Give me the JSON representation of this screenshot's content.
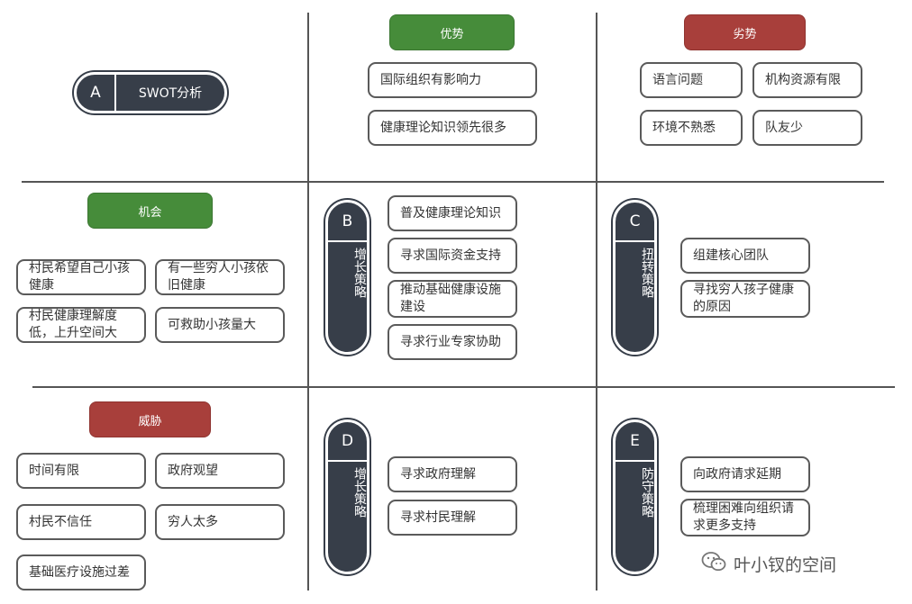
{
  "cells": {
    "top_left": {
      "letter": "A",
      "label": "SWOT分析"
    },
    "strengths": {
      "header": "优势",
      "items": [
        "国际组织有影响力",
        "健康理论知识领先很多"
      ]
    },
    "weaknesses": {
      "header": "劣势",
      "items": [
        "语言问题",
        "机构资源有限",
        "环境不熟悉",
        "队友少"
      ]
    },
    "opportunities": {
      "header": "机会",
      "items": [
        "村民希望自己小孩健康",
        "有一些穷人小孩依旧健康",
        "村民健康理解度低，上升空间大",
        "可救助小孩量大"
      ]
    },
    "threats": {
      "header": "威胁",
      "items": [
        "时间有限",
        "政府观望",
        "村民不信任",
        "穷人太多",
        "基础医疗设施过差"
      ]
    }
  },
  "strategies": {
    "B": {
      "letter": "B",
      "name": "增长策略",
      "items": [
        "普及健康理论知识",
        "寻求国际资金支持",
        "推动基础健康设施建设",
        "寻求行业专家协助"
      ]
    },
    "C": {
      "letter": "C",
      "name": "扭转策略",
      "items": [
        "组建核心团队",
        "寻找穷人孩子健康的原因"
      ]
    },
    "D": {
      "letter": "D",
      "name": "增长策略",
      "items": [
        "寻求政府理解",
        "寻求村民理解"
      ]
    },
    "E": {
      "letter": "E",
      "name": "防守策略",
      "items": [
        "向政府请求延期",
        "梳理困难向组织请求更多支持"
      ]
    }
  },
  "watermark": {
    "text": "叶小钗的空间",
    "icon": "wechat-icon"
  },
  "colors": {
    "green": "#468c3a",
    "red": "#a83f3b",
    "dark": "#373e49"
  }
}
